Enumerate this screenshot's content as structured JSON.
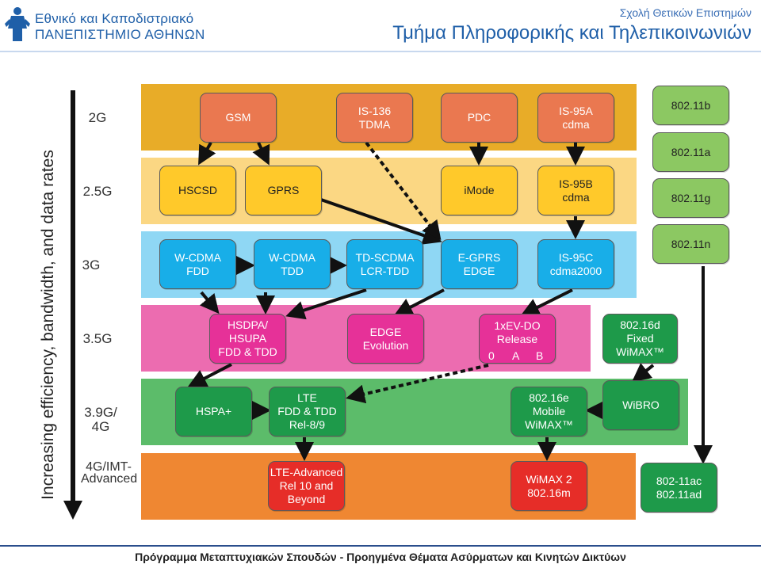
{
  "header": {
    "uni_line1": "Εθνικό και Καποδιστριακό",
    "uni_line2": "ΠΑΝΕΠΙΣΤΗΜΙΟ ΑΘΗΝΩΝ",
    "school": "Σχολή Θετικών Επιστημών",
    "department": "Τμήμα Πληροφορικής και Τηλεπικοινωνιών"
  },
  "axis_label": "Increasing efficiency, bandwidth, and data rates",
  "generations": [
    {
      "label": "2G"
    },
    {
      "label": "2.5G"
    },
    {
      "label": "3G"
    },
    {
      "label": "3.5G"
    },
    {
      "label": "3.9G/\n4G"
    },
    {
      "label": "4G/IMT-\nAdvanced"
    }
  ],
  "colors": {
    "band_2g": "#e8ac28",
    "band_25g": "#fbd783",
    "band_3g": "#8fd7f4",
    "band_35g": "#ec6cb0",
    "band_39g": "#5cbc6a",
    "band_4g": "#ef8732",
    "node_2g": "#ea7850",
    "node_25g": "#ffc92a",
    "node_3g": "#18aee8",
    "node_35g": "#e63198",
    "node_39g": "#1e9a4a",
    "node_4g": "#e62d28",
    "node_wifi": "#8cc862"
  },
  "nodes": {
    "gsm": "GSM",
    "is136": "IS-136\nTDMA",
    "pdc": "PDC",
    "is95a": "IS-95A\ncdma",
    "hscsd": "HSCSD",
    "gprs": "GPRS",
    "imode": "iMode",
    "is95b": "IS-95B\ncdma",
    "wcdma_fdd": "W-CDMA\nFDD",
    "wcdma_tdd": "W-CDMA\nTDD",
    "tdscdma": "TD-SCDMA\nLCR-TDD",
    "egprs": "E-GPRS\nEDGE",
    "is95c": "IS-95C\ncdma2000",
    "hsdpa": "HSDPA/\nHSUPA\nFDD & TDD",
    "edge_evo": "EDGE\nEvolution",
    "evdo": "1xEV-DO\nRelease",
    "evdo_rel": [
      "0",
      "A",
      "B"
    ],
    "wimax_fixed": "802.16d\nFixed\nWiMAX™",
    "hspa_plus": "HSPA+",
    "lte": "LTE\nFDD & TDD\nRel-8/9",
    "wimax_mobile": "802.16e\nMobile\nWiMAX™",
    "wibro": "WiBRO",
    "lte_adv": "LTE-Advanced\nRel 10 and\nBeyond",
    "wimax2": "WiMAX 2\n802.16m",
    "wifi_b": "802.11b",
    "wifi_a": "802.11a",
    "wifi_g": "802.11g",
    "wifi_n": "802.11n",
    "wifi_ac": "802-11ac\n802.11ad"
  },
  "footer": "Πρόγραμμα Μεταπτυχιακών Σπουδών - Προηγμένα Θέματα Ασύρματων και Κινητών Δικτύων"
}
